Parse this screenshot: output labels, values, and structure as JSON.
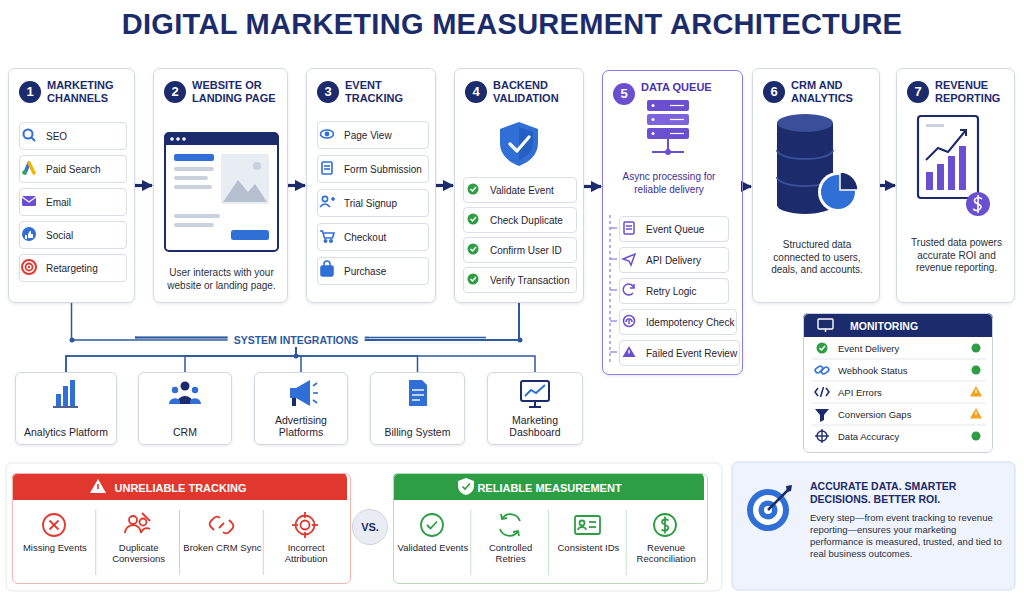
{
  "diagram": {
    "title": "DIGITAL MARKETING MEASUREMENT ARCHITECTURE",
    "nodes": [
      {
        "text": [
          "1",
          "MARKETING CHANNELS"
        ]
      },
      {
        "text": [
          "SEO"
        ],
        "in": 0
      },
      {
        "text": [
          "Paid Search"
        ],
        "in": 0
      },
      {
        "text": [
          "Email"
        ],
        "in": 0
      },
      {
        "text": [
          "Social"
        ],
        "in": 0
      },
      {
        "text": [
          "Retargeting"
        ],
        "in": 0
      },
      {
        "text": [
          "2",
          "WEBSITE OR LANDING PAGE",
          "User interacts with your website or landing page."
        ]
      },
      {
        "text": [
          "3",
          "EVENT TRACKING"
        ]
      },
      {
        "text": [
          "Page View"
        ],
        "in": 7
      },
      {
        "text": [
          "Form Submission"
        ],
        "in": 7
      },
      {
        "text": [
          "Trial Signup"
        ],
        "in": 7
      },
      {
        "text": [
          "Checkout"
        ],
        "in": 7
      },
      {
        "text": [
          "Purchase"
        ],
        "in": 7
      },
      {
        "text": [
          "4",
          "BACKEND VALIDATION"
        ]
      },
      {
        "text": [
          "Validate Event"
        ],
        "in": 13
      },
      {
        "text": [
          "Check Duplicate"
        ],
        "in": 13
      },
      {
        "text": [
          "Confirm User ID"
        ],
        "in": 13
      },
      {
        "text": [
          "Verify Transaction"
        ],
        "in": 13
      },
      {
        "text": [
          "5",
          "DATA QUEUE",
          "Async processing for reliable delivery"
        ]
      },
      {
        "text": [
          "Event Queue"
        ],
        "in": 18
      },
      {
        "text": [
          "API Delivery"
        ],
        "in": 18
      },
      {
        "text": [
          "Retry Logic"
        ],
        "in": 18
      },
      {
        "text": [
          "Idempotency Check"
        ],
        "in": 18
      },
      {
        "text": [
          "Failed Event Review"
        ],
        "in": 18
      },
      {
        "text": [
          "6",
          "CRM AND ANALYTICS",
          "Structured data connected to users, deals, and accounts."
        ]
      },
      {
        "text": [
          "7",
          "REVENUE REPORTING",
          "Trusted data powers accurate ROI and revenue reporting."
        ]
      },
      {
        "text": [
          "Analytics Platform"
        ]
      },
      {
        "text": [
          "CRM"
        ]
      },
      {
        "text": [
          "Advertising Platforms"
        ]
      },
      {
        "text": [
          "Billing System"
        ]
      },
      {
        "text": [
          "Marketing Dashboard"
        ]
      },
      {
        "text": [
          "MONITORING",
          "Event Delivery",
          "Webhook Status",
          "API Errors",
          "Conversion Gaps",
          "Data Accuracy"
        ]
      },
      {
        "text": [
          "UNRELIABLE TRACKING",
          "Missing Events",
          "Duplicate Conversions",
          "Broken CRM Sync",
          "Incorrect Attribution"
        ]
      },
      {
        "text": [
          "VS."
        ]
      },
      {
        "text": [
          "RELIABLE MEASUREMENT",
          "Validated Events",
          "Controlled Retries",
          "Consistent IDs",
          "Revenue Reconciliation"
        ]
      },
      {
        "text": [
          "ACCURATE DATA. SMARTER DECISIONS. BETTER ROI.",
          "Every step—from event tracking to revenue reporting—ensures your marketing performance is measured, trusted, and tied to real business outcomes."
        ]
      }
    ],
    "edges": [
      {
        "from": 0,
        "to": 6,
        "arrow": "to"
      },
      {
        "from": 6,
        "to": 7,
        "arrow": "to"
      },
      {
        "from": 7,
        "to": 13,
        "arrow": "to"
      },
      {
        "from": 13,
        "to": 18,
        "arrow": "to"
      },
      {
        "from": 18,
        "to": 24,
        "arrow": "to"
      },
      {
        "from": 24,
        "to": 25,
        "arrow": "to"
      },
      {
        "from": 0,
        "to": 26,
        "arrow": "none"
      },
      {
        "from": 0,
        "to": 27,
        "arrow": "none"
      },
      {
        "from": 0,
        "to": 28,
        "arrow": "none"
      },
      {
        "from": 0,
        "to": 29,
        "arrow": "none"
      },
      {
        "from": 0,
        "to": 30,
        "arrow": "none"
      },
      {
        "from": 13,
        "to": 26,
        "arrow": "none"
      },
      {
        "from": 13,
        "to": 27,
        "arrow": "none"
      },
      {
        "from": 13,
        "to": 28,
        "arrow": "none"
      },
      {
        "from": 13,
        "to": 29,
        "arrow": "none"
      },
      {
        "from": 13,
        "to": 30,
        "arrow": "none"
      }
    ],
    "labels": [
      "SYSTEM INTEGRATIONS"
    ]
  }
}
